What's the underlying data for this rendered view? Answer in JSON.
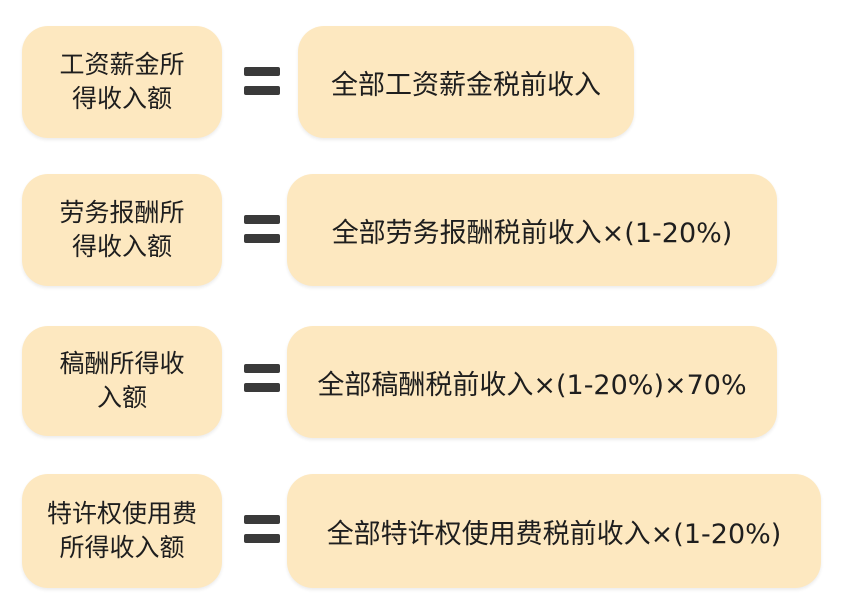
{
  "rows": [
    {
      "left_text": "工资薪金所得收入额",
      "right_text": "全部工资薪金税前收入"
    },
    {
      "left_text": "劳务报酬所得收入额",
      "right_text": "全部劳务报酬税前收入×(1-20%)"
    },
    {
      "left_text": "稿酬所得收入额",
      "right_text": "全部稿酬税前收入×(1-20%)×70%"
    },
    {
      "left_text": "特许权使用费所得收入额",
      "right_text": "全部特许权使用费税前收入×(1-20%)"
    }
  ],
  "colors": {
    "box_fill": "#fde8c0",
    "equals": "#3a3a3a",
    "text": "#1e1e1e"
  }
}
